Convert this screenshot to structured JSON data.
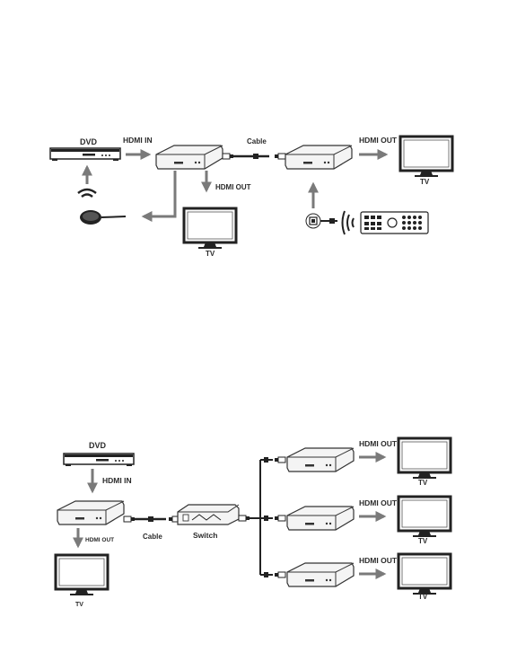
{
  "diagram1": {
    "dvd_label": "DVD",
    "hdmi_in_label": "HDMI IN",
    "cable_label": "Cable",
    "hdmi_out_right_label": "HDMI OUT",
    "tv_right_label": "TV",
    "hdmi_out_down_label": "HDMI OUT",
    "tv_bottom_label": "TV"
  },
  "diagram2": {
    "dvd_label": "DVD",
    "hdmi_in_label": "HDMI IN",
    "hdmi_out_local_label": "HDMI OUT",
    "tv_local_label": "TV",
    "cable_label": "Cable",
    "switch_label": "Switch",
    "receivers": [
      {
        "hdmi_out_label": "HDMI OUT",
        "tv_label": "TV"
      },
      {
        "hdmi_out_label": "HDMI OUT",
        "tv_label": "TV"
      },
      {
        "hdmi_out_label": "HDMI OUT",
        "tv_label": "TV"
      }
    ]
  },
  "colors": {
    "arrow": "#7a7a7a",
    "device_edge": "#333333",
    "cable": "#222222"
  },
  "icons": [
    "dvd-player-icon",
    "hdmi-extender-icon",
    "tv-icon",
    "ir-receiver-icon",
    "ir-emitter-icon",
    "remote-control-icon",
    "network-switch-icon",
    "rj45-connector-icon",
    "wireless-signal-icon"
  ]
}
